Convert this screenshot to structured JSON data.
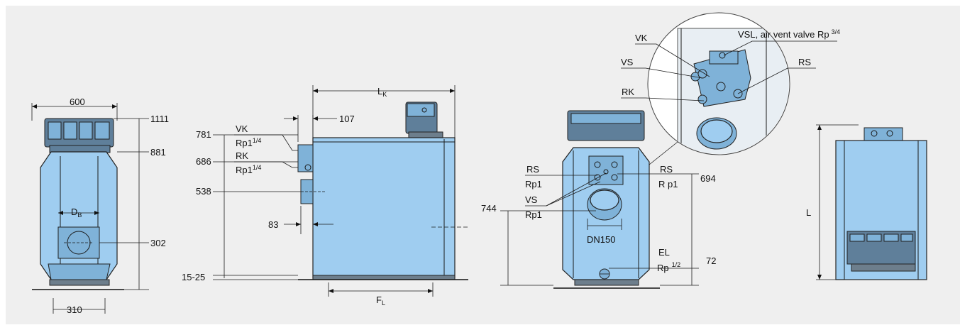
{
  "front_view": {
    "width": "600",
    "height_top": "1111",
    "height_panel": "881",
    "flue_height": "302",
    "flue_diameter": "D",
    "flue_diameter_sub": "B",
    "foot_spacing": "310"
  },
  "side_view": {
    "depth": "L",
    "depth_sub": "K",
    "offset": "107",
    "vk_height": "781",
    "rk_height": "686",
    "h538": "538",
    "h83": "83",
    "foot_range": "15-25",
    "foot_length": "F",
    "foot_length_sub": "L",
    "vk_label": "VK",
    "vk_size": "Rp1",
    "vk_frac": "1/4",
    "rk_label": "RK",
    "rk_size": "Rp1",
    "rk_frac": "1/4"
  },
  "rear_view": {
    "rs_left": "RS",
    "rs_left_size": "Rp1",
    "rs_right": "RS",
    "rs_right_size": "R p1",
    "vs": "VS",
    "vs_size": "Rp1",
    "h694": "694",
    "h744": "744",
    "dn": "DN150",
    "el": "EL",
    "el_size": "Rp",
    "el_frac": "1/2",
    "h72": "72"
  },
  "detail": {
    "vk": "VK",
    "vs": "VS",
    "rk": "RK",
    "rs": "RS",
    "vsl": "VSL, air vent valve Rp",
    "vsl_frac": "3/4"
  },
  "back_view": {
    "length": "L"
  }
}
